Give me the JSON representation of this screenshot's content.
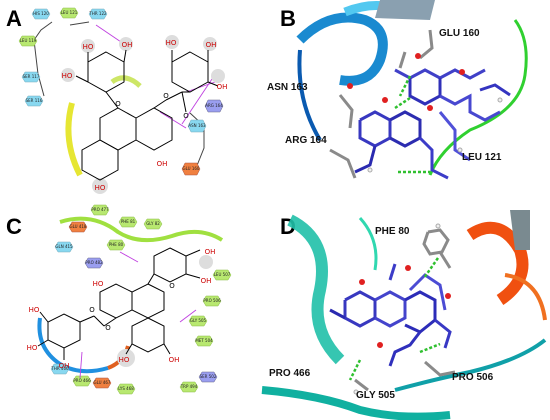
{
  "panels": [
    {
      "letter": "A"
    },
    {
      "letter": "B"
    },
    {
      "letter": "C"
    },
    {
      "letter": "D"
    }
  ],
  "panelA": {
    "residues": [
      {
        "label": "HIS 120"
      },
      {
        "label": "LEU 121"
      },
      {
        "label": "THR 122"
      },
      {
        "label": "LEU 119"
      },
      {
        "label": "SER 117"
      },
      {
        "label": "SER 116"
      },
      {
        "label": "ARG 164"
      },
      {
        "label": "ASN 163"
      },
      {
        "label": "GLU 160"
      }
    ],
    "atoms": {
      "ho": "HO",
      "oh": "OH",
      "o": "O"
    }
  },
  "panelB": {
    "labels": [
      "GLU 160",
      "ASN 163",
      "ARG 164",
      "LEU 121"
    ]
  },
  "panelC": {
    "residues": [
      {
        "label": "PRO 477"
      },
      {
        "label": "GLY 82"
      },
      {
        "label": "PHE 81"
      },
      {
        "label": "GLU 418"
      },
      {
        "label": "PHE 80"
      },
      {
        "label": "GLN 415"
      },
      {
        "label": "PRO 482"
      },
      {
        "label": "LEU 507"
      },
      {
        "label": "PRO 506"
      },
      {
        "label": "GLY 505"
      },
      {
        "label": "MET 504"
      },
      {
        "label": "THR 466"
      },
      {
        "label": "PRO 466"
      },
      {
        "label": "GLU 467"
      },
      {
        "label": "LYS 468"
      },
      {
        "label": "TRP 494"
      },
      {
        "label": "SER 502"
      }
    ],
    "atoms": {
      "ho": "HO",
      "oh": "OH",
      "o": "O"
    }
  },
  "panelD": {
    "labels": [
      "PHE 80",
      "PRO 466",
      "GLY 505",
      "PRO 506"
    ]
  }
}
